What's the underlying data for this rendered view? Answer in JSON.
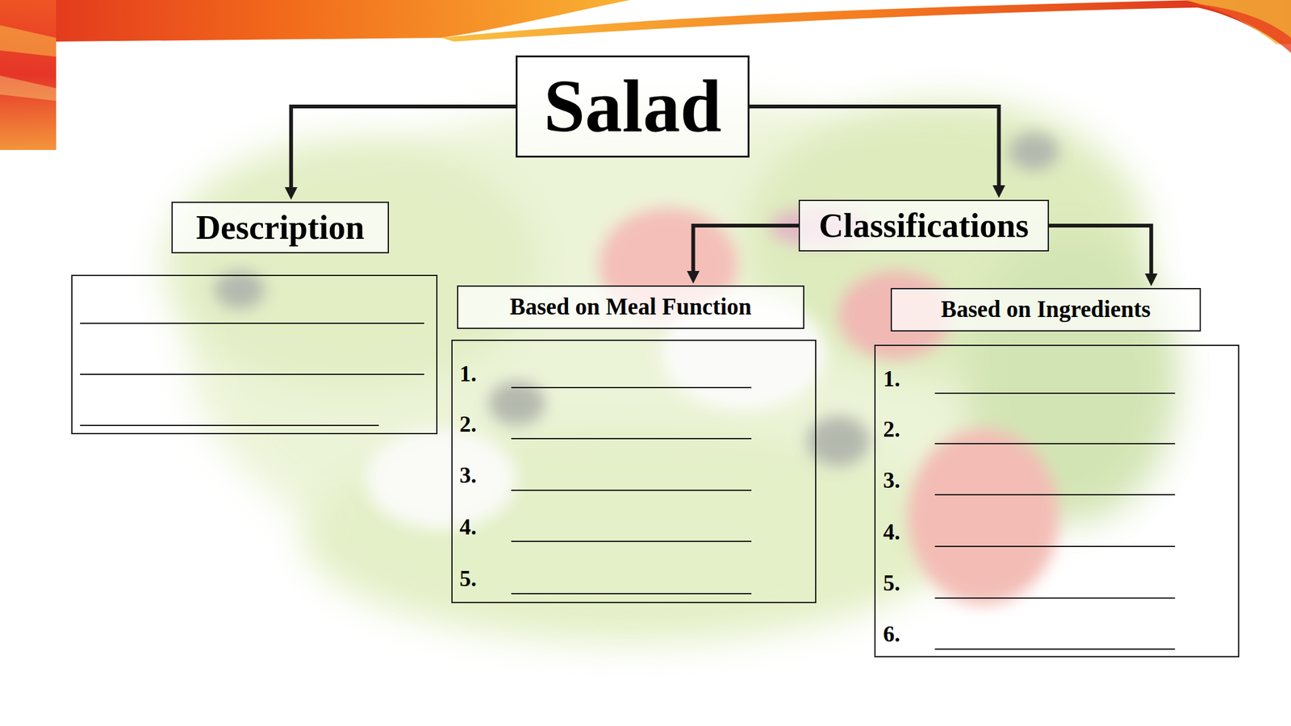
{
  "diagram": {
    "nodes": [
      {
        "text": [
          "Salad"
        ]
      },
      {
        "text": [
          "Description"
        ]
      },
      {
        "text": [
          "Classifications"
        ]
      },
      {
        "text": [
          "Based on Meal Function"
        ]
      },
      {
        "text": [
          "Based on Ingredients"
        ]
      },
      {
        "text": [
          "1.",
          "2.",
          "3.",
          "4.",
          "5."
        ]
      },
      {
        "text": [
          "1.",
          "2.",
          "3.",
          "4.",
          "5.",
          "6."
        ]
      }
    ],
    "edges": [
      {
        "from": 0,
        "to": 1,
        "arrow": "to"
      },
      {
        "from": 0,
        "to": 2,
        "arrow": "to"
      },
      {
        "from": 2,
        "to": 3,
        "arrow": "to"
      },
      {
        "from": 2,
        "to": 4,
        "arrow": "to"
      }
    ]
  }
}
